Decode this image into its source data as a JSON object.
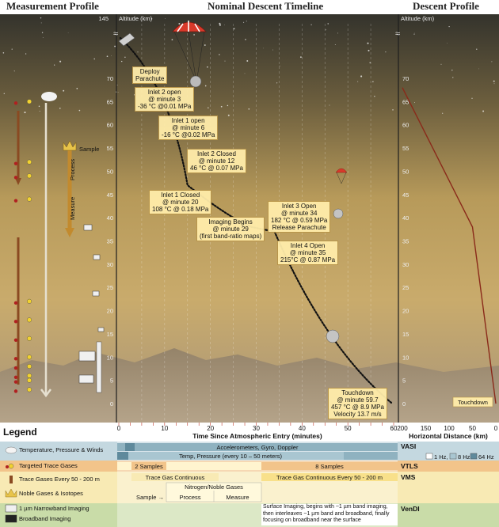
{
  "headers": {
    "measurement_profile": "Measurement Profile",
    "nominal_descent": "Nominal Descent Timeline",
    "descent_profile": "Descent Profile"
  },
  "axes": {
    "altitude_label_left": "Altitude (km)",
    "altitude_label_right": "Altitude (km)",
    "altitude_top": "145",
    "altitude_ticks": [
      70,
      65,
      60,
      55,
      50,
      45,
      40,
      35,
      30,
      25,
      20,
      15,
      10,
      5,
      0
    ],
    "break_symbol": "≈",
    "time_ticks": [
      0,
      10,
      20,
      30,
      40,
      50,
      60
    ],
    "time_label": "Time Since Atmospheric Entry (minutes)",
    "dist_ticks": [
      200,
      150,
      100,
      50,
      0
    ],
    "dist_label": "Horizontal Distance (km)"
  },
  "profile_labels": {
    "sample": "Sample",
    "process": "Process",
    "measure": "Measure"
  },
  "events": [
    {
      "text": "Deploy\nParachute",
      "box": true
    },
    {
      "text": "Inlet 2 open\n@ minute 3\n-36 °C @0.01 MPa",
      "box": true
    },
    {
      "text": "Inlet 1 open\n@ minute 6\n-16 °C @0.02 MPa",
      "box": true
    },
    {
      "text": "Inlet 2 Closed\n@ minute 12\n46 °C @ 0.07 MPa",
      "box": true
    },
    {
      "text": "Inlet 1 Closed\n@ minute 20\n108 °C @ 0.18 MPa",
      "box": true
    },
    {
      "text": "Imaging Begins\n@ minute 29\n(first band-ratio maps)",
      "box": true
    },
    {
      "text": "Inlet 3 Open\n@ minute 34\n182 °C @ 0.59 MPa\nRelease Parachute",
      "box": true
    },
    {
      "text": "Inlet 4 Open\n@ minute 35\n215°C @ 0.87 MPa",
      "box": true
    },
    {
      "text": "Touchdown\n@ minute 59.7\n457 °C @ 8.9 MPa\nVelocity 13.7 m/s",
      "box": true
    }
  ],
  "descent_profile_label": "Touchdown",
  "descent_track": {
    "x": [
      0,
      15,
      29,
      34,
      59.7
    ],
    "altitude": [
      70,
      47,
      38,
      37,
      0
    ]
  },
  "descent_profile_track": {
    "distance": [
      0,
      50,
      200
    ],
    "altitude": [
      0,
      38,
      68
    ]
  },
  "legend": {
    "title": "Legend",
    "items": [
      {
        "icon": "cloud-icon",
        "label": "Temperature, Pressure & Winds"
      },
      {
        "icon": "yellow-dot-icon",
        "label": "Targeted Trace Gases"
      },
      {
        "icon": "pipe-icon",
        "label": "Trace Gases Every 50 - 200 m"
      },
      {
        "icon": "crown-icon",
        "label": "Noble Gases & Isotopes"
      },
      {
        "icon": "camera-icon",
        "label": "1 µm Narrowband Imaging"
      },
      {
        "icon": "camera-icon",
        "label": "Broadband Imaging"
      }
    ]
  },
  "instruments": {
    "vasi": "VASI",
    "vtls": "VTLS",
    "vms": "VMS",
    "vendi": "VenDI"
  },
  "bands": {
    "accel": "Accelerometers, Gyro, Doppler",
    "temp": "Temp, Pressure (every 10 – 50 meters)",
    "rate_1hz": "1 Hz,",
    "rate_8hz": "8 Hz",
    "rate_64hz": "64 Hz",
    "two_samples": "2 Samples",
    "eight_samples": "8 Samples",
    "trace_cont": "Trace Gas Continuous",
    "trace_cont_every": "Trace Gas Continuous Every 50 - 200 m",
    "nitrogen": "Nitrogen/Noble Gases",
    "sample": "Sample",
    "process": "Process",
    "measure": "Measure",
    "surface": "Surface Imaging, begins with ~1 µm band imaging,\nthen interleaves ~1 µm band and broadband, finally\nfocusing on broadband near the surface"
  },
  "colors": {
    "sky_top": "#34332c",
    "sky_mid": "#b79a5a",
    "sky_bottom": "#a8957a",
    "vasi_band": "#c4d8e0",
    "vtls_band": "#f2c48a",
    "vms_band": "#f8eab4",
    "vendi_band": "#c9dca8"
  }
}
